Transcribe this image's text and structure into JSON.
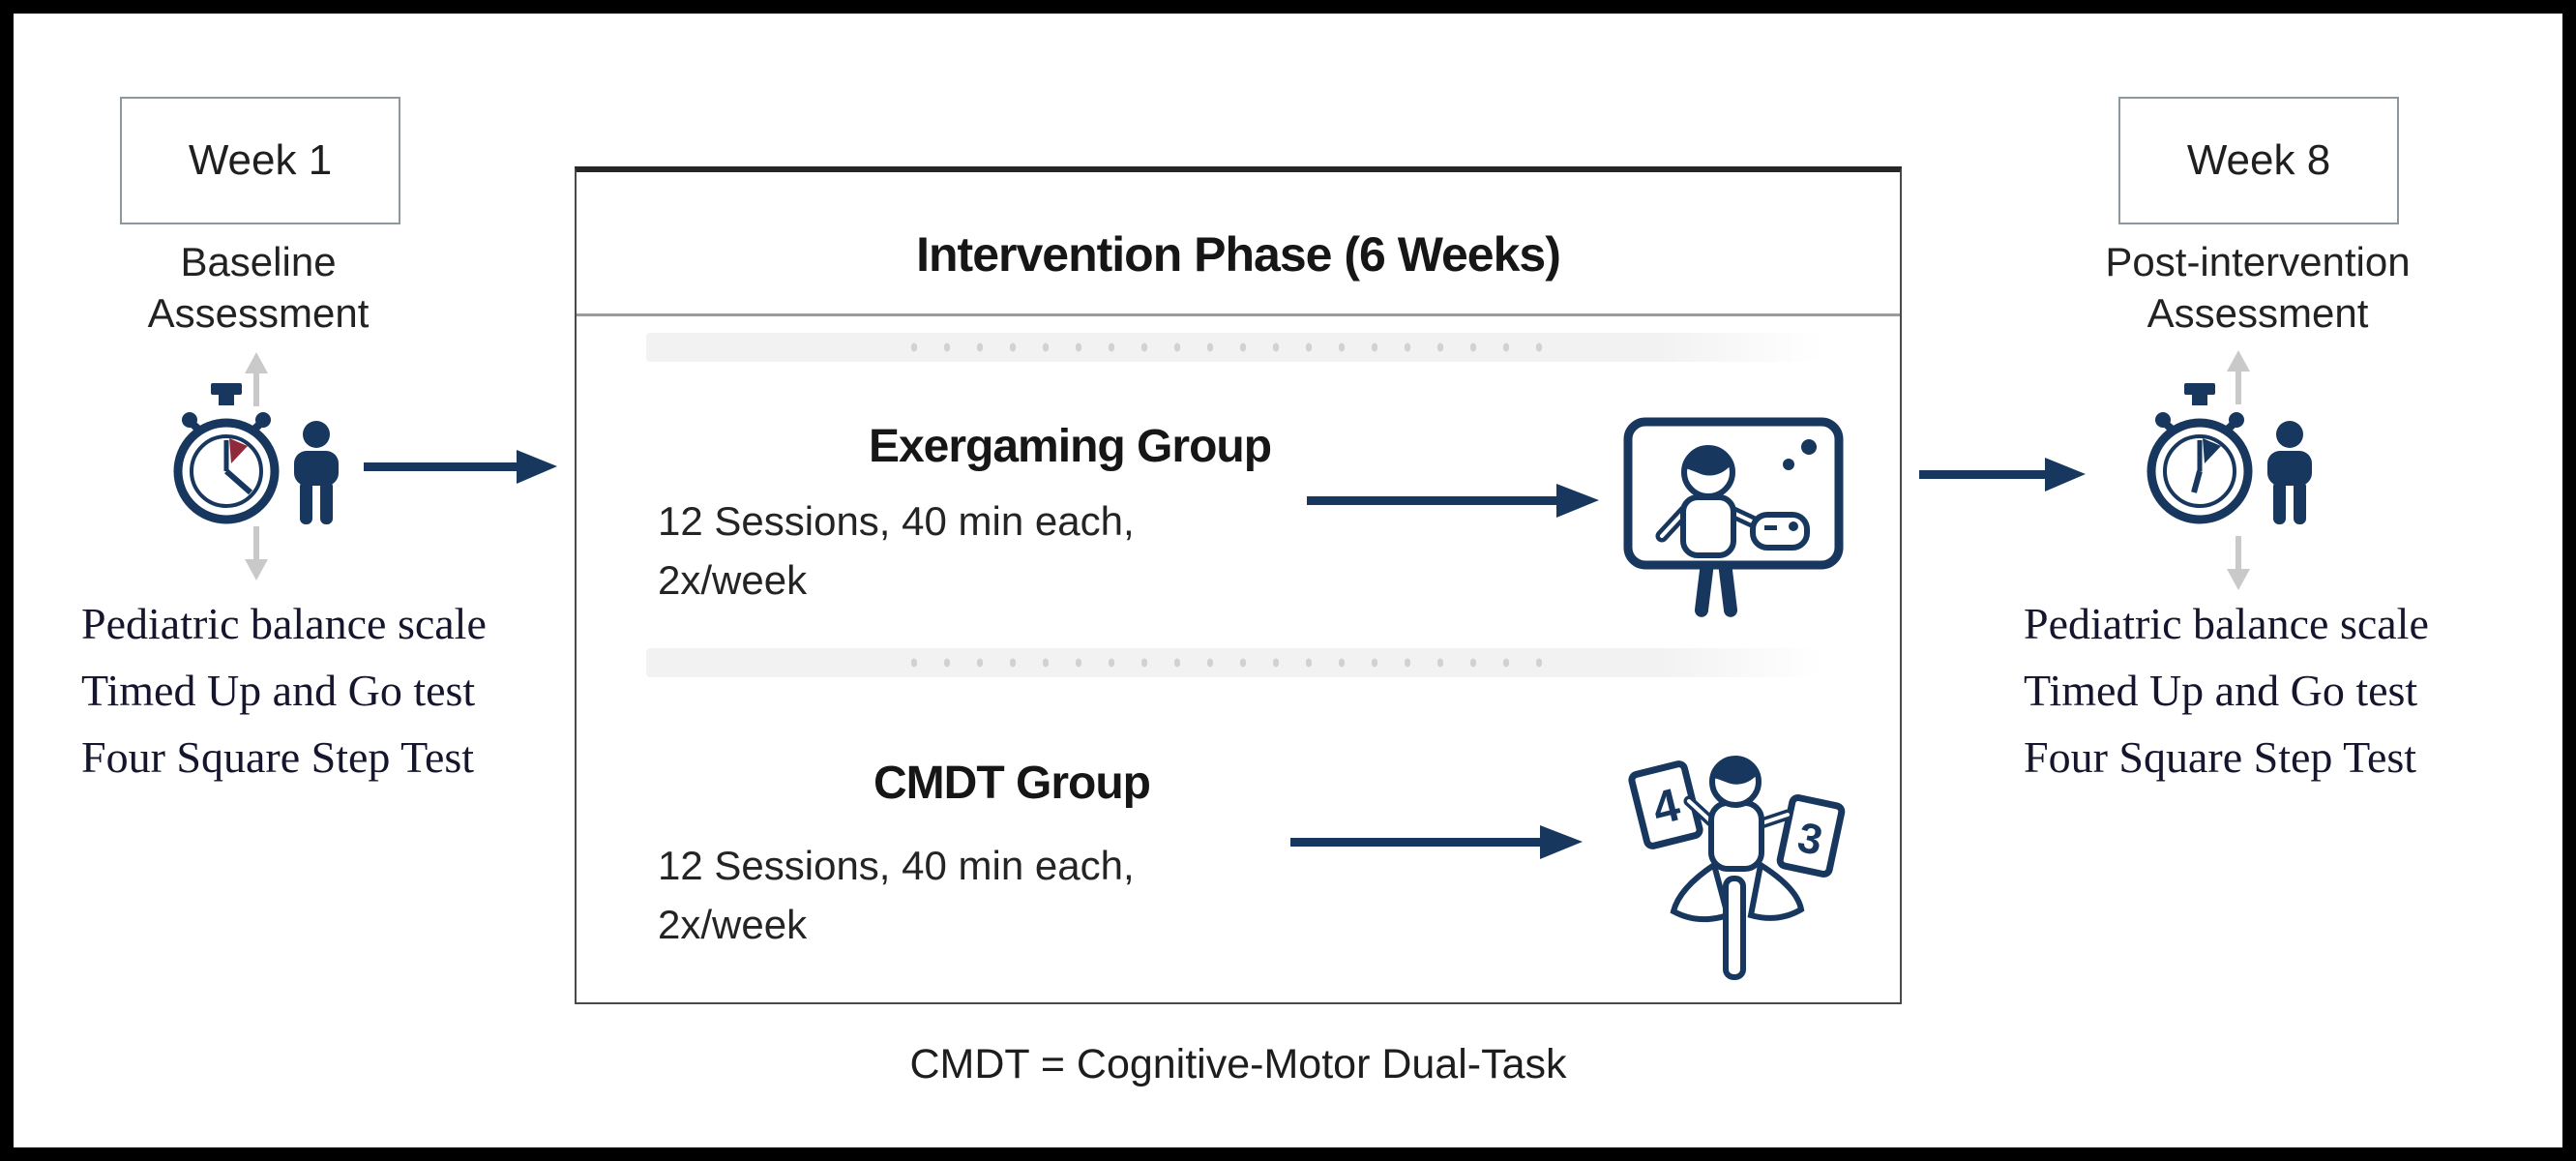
{
  "palette": {
    "navy": "#17375e",
    "stopwatch_wedge_red": "#8e2a3a",
    "strip_gray": "#f2f2f2",
    "dot_gray": "#d2d2d2",
    "faint_arrow_gray": "#c9c9c9",
    "frame_black": "#000000"
  },
  "left": {
    "week_label": "Week 1",
    "phase_line1": "Baseline",
    "phase_line2": "Assessment",
    "tests": [
      "Pediatric balance scale",
      "Timed Up and Go test",
      "Four Square Step Test"
    ],
    "icons": [
      "stopwatch-icon",
      "child-icon",
      "gray-up-arrow-icon",
      "gray-down-arrow-icon",
      "flow-arrow-icon"
    ]
  },
  "center": {
    "title": "Intervention Phase (6 Weeks)",
    "groups": [
      {
        "name": "Exergaming Group",
        "sessions": "12 Sessions, 40 min each,",
        "frequency": "2x/week",
        "icon": "exergaming-screen-icon"
      },
      {
        "name": "CMDT Group",
        "sessions": "12 Sessions, 40 min each,",
        "frequency": "2x/week",
        "icon": "balance-dual-task-icon",
        "card_numbers": [
          "4",
          "3"
        ]
      }
    ],
    "footnote": "CMDT = Cognitive-Motor Dual-Task"
  },
  "right": {
    "week_label": "Week 8",
    "phase_line1": "Post-intervention",
    "phase_line2": "Assessment",
    "tests": [
      "Pediatric balance scale",
      "Timed Up and Go test",
      "Four Square Step Test"
    ],
    "icons": [
      "stopwatch-icon",
      "child-icon",
      "gray-up-arrow-icon",
      "gray-down-arrow-icon",
      "flow-arrow-icon"
    ]
  }
}
